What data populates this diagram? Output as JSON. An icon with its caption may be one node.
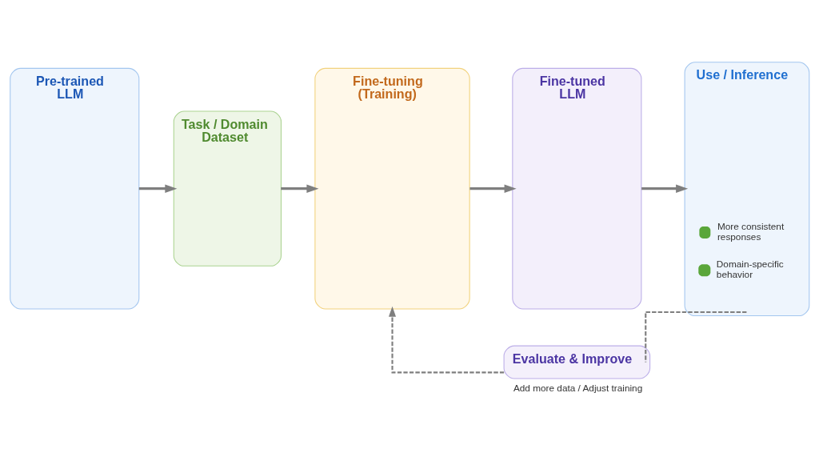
{
  "diagram": {
    "nodes": [
      {
        "text": [
          "Pre-trained LLM"
        ]
      },
      {
        "text": [
          "Task / Domain Dataset"
        ]
      },
      {
        "text": [
          "Fine-tuning (Training)"
        ]
      },
      {
        "text": [
          "Fine-tuned LLM"
        ]
      },
      {
        "text": [
          "Use / Inference",
          "More consistent responses",
          "Domain-specific behavior"
        ]
      },
      {
        "text": [
          "Evaluate & Improve"
        ],
        "beside": [
          "Add more data / Adjust training"
        ]
      }
    ],
    "edges": [
      {
        "from": 0,
        "to": 1,
        "arrow": "to"
      },
      {
        "from": 1,
        "to": 2,
        "arrow": "to"
      },
      {
        "from": 2,
        "to": 3,
        "arrow": "to"
      },
      {
        "from": 3,
        "to": 4,
        "arrow": "to"
      },
      {
        "from": 4,
        "to": 5,
        "arrow": "none",
        "style": "dashed"
      },
      {
        "from": 5,
        "to": 2,
        "arrow": "to",
        "style": "dashed"
      }
    ]
  }
}
